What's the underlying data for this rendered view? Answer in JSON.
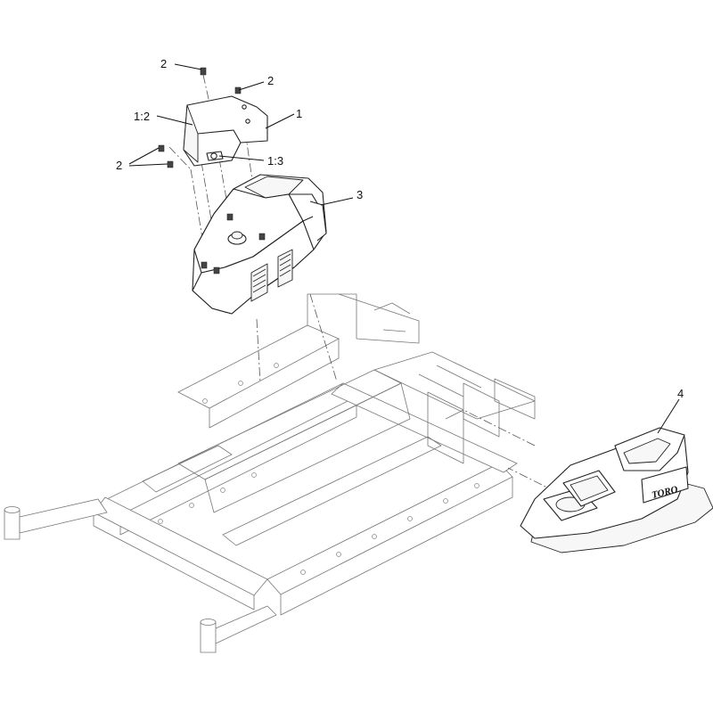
{
  "callouts": {
    "c1": "1",
    "c1_2": "1:2",
    "c1_3": "1:3",
    "c2_a": "2",
    "c2_b": "2",
    "c2_c": "2",
    "c3": "3",
    "c4": "4"
  },
  "brand": {
    "logo_text": "TORO"
  }
}
